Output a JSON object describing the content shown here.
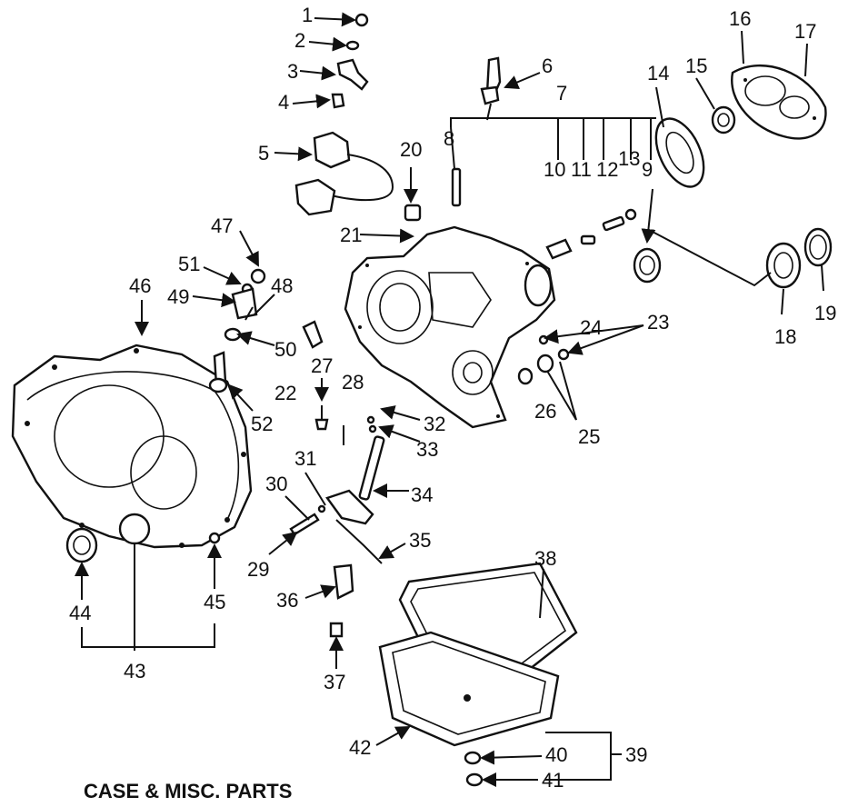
{
  "caption": "CASE & MISC. PARTS",
  "callouts": [
    "1",
    "2",
    "3",
    "4",
    "5",
    "6",
    "7",
    "8",
    "9",
    "10",
    "11",
    "12",
    "13",
    "14",
    "15",
    "16",
    "17",
    "18",
    "19",
    "20",
    "21",
    "22",
    "23",
    "24",
    "25",
    "26",
    "27",
    "28",
    "29",
    "30",
    "31",
    "32",
    "33",
    "34",
    "35",
    "36",
    "37",
    "38",
    "39",
    "40",
    "41",
    "42",
    "43",
    "44",
    "45",
    "46",
    "47",
    "48",
    "49",
    "50",
    "51",
    "52"
  ]
}
